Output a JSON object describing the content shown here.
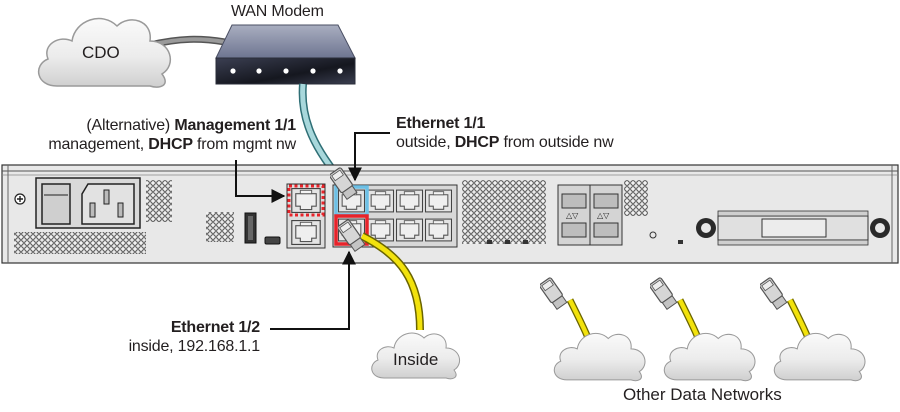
{
  "title_modem": "WAN Modem",
  "clouds": {
    "cdo": "CDO",
    "inside": "Inside",
    "other_networks": "Other Data Networks"
  },
  "labels": {
    "mgmt": {
      "prefix": "(Alternative) ",
      "name": "Management 1/1",
      "line2_a": "management, ",
      "line2_b": "DHCP",
      "line2_c": " from mgmt nw"
    },
    "eth11": {
      "name": "Ethernet 1/1",
      "line2_a": "outside, ",
      "line2_b": "DHCP",
      "line2_c": " from outside nw"
    },
    "eth12": {
      "name": "Ethernet 1/2",
      "line2": "inside, 192.168.1.1"
    }
  },
  "colors": {
    "wan_cable": "#a8d8dc",
    "data_cable": "#f2e20c",
    "mgmt_port_highlight": "#e8232a",
    "eth11_highlight": "#6cc0e6",
    "eth12_highlight": "#e8232a",
    "chassis": "#e8e8e8"
  }
}
